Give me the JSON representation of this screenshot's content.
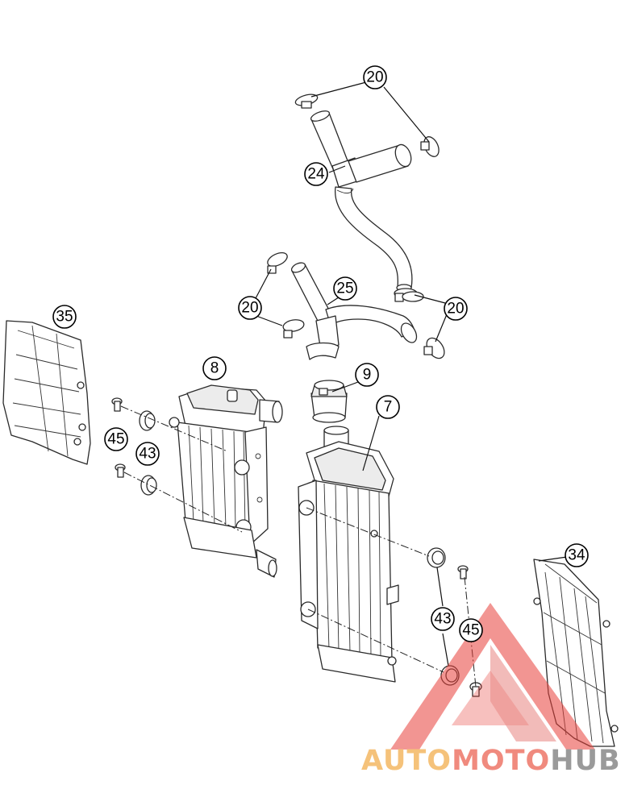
{
  "callouts": {
    "p20a": "20",
    "p24": "24",
    "p20b": "20",
    "p25": "25",
    "p20c": "20",
    "p35": "35",
    "p8": "8",
    "p9": "9",
    "p7": "7",
    "p45a": "45",
    "p43a": "43",
    "p34": "34",
    "p43b": "43",
    "p45b": "45"
  },
  "watermark": {
    "part1": "AUTO",
    "part2": "MOTO",
    "part3": "HUB",
    "colors": {
      "auto": "#f5c27a",
      "moto": "#f08a7e",
      "hub": "#9a9a9a",
      "triangle": "#e8403a"
    }
  }
}
